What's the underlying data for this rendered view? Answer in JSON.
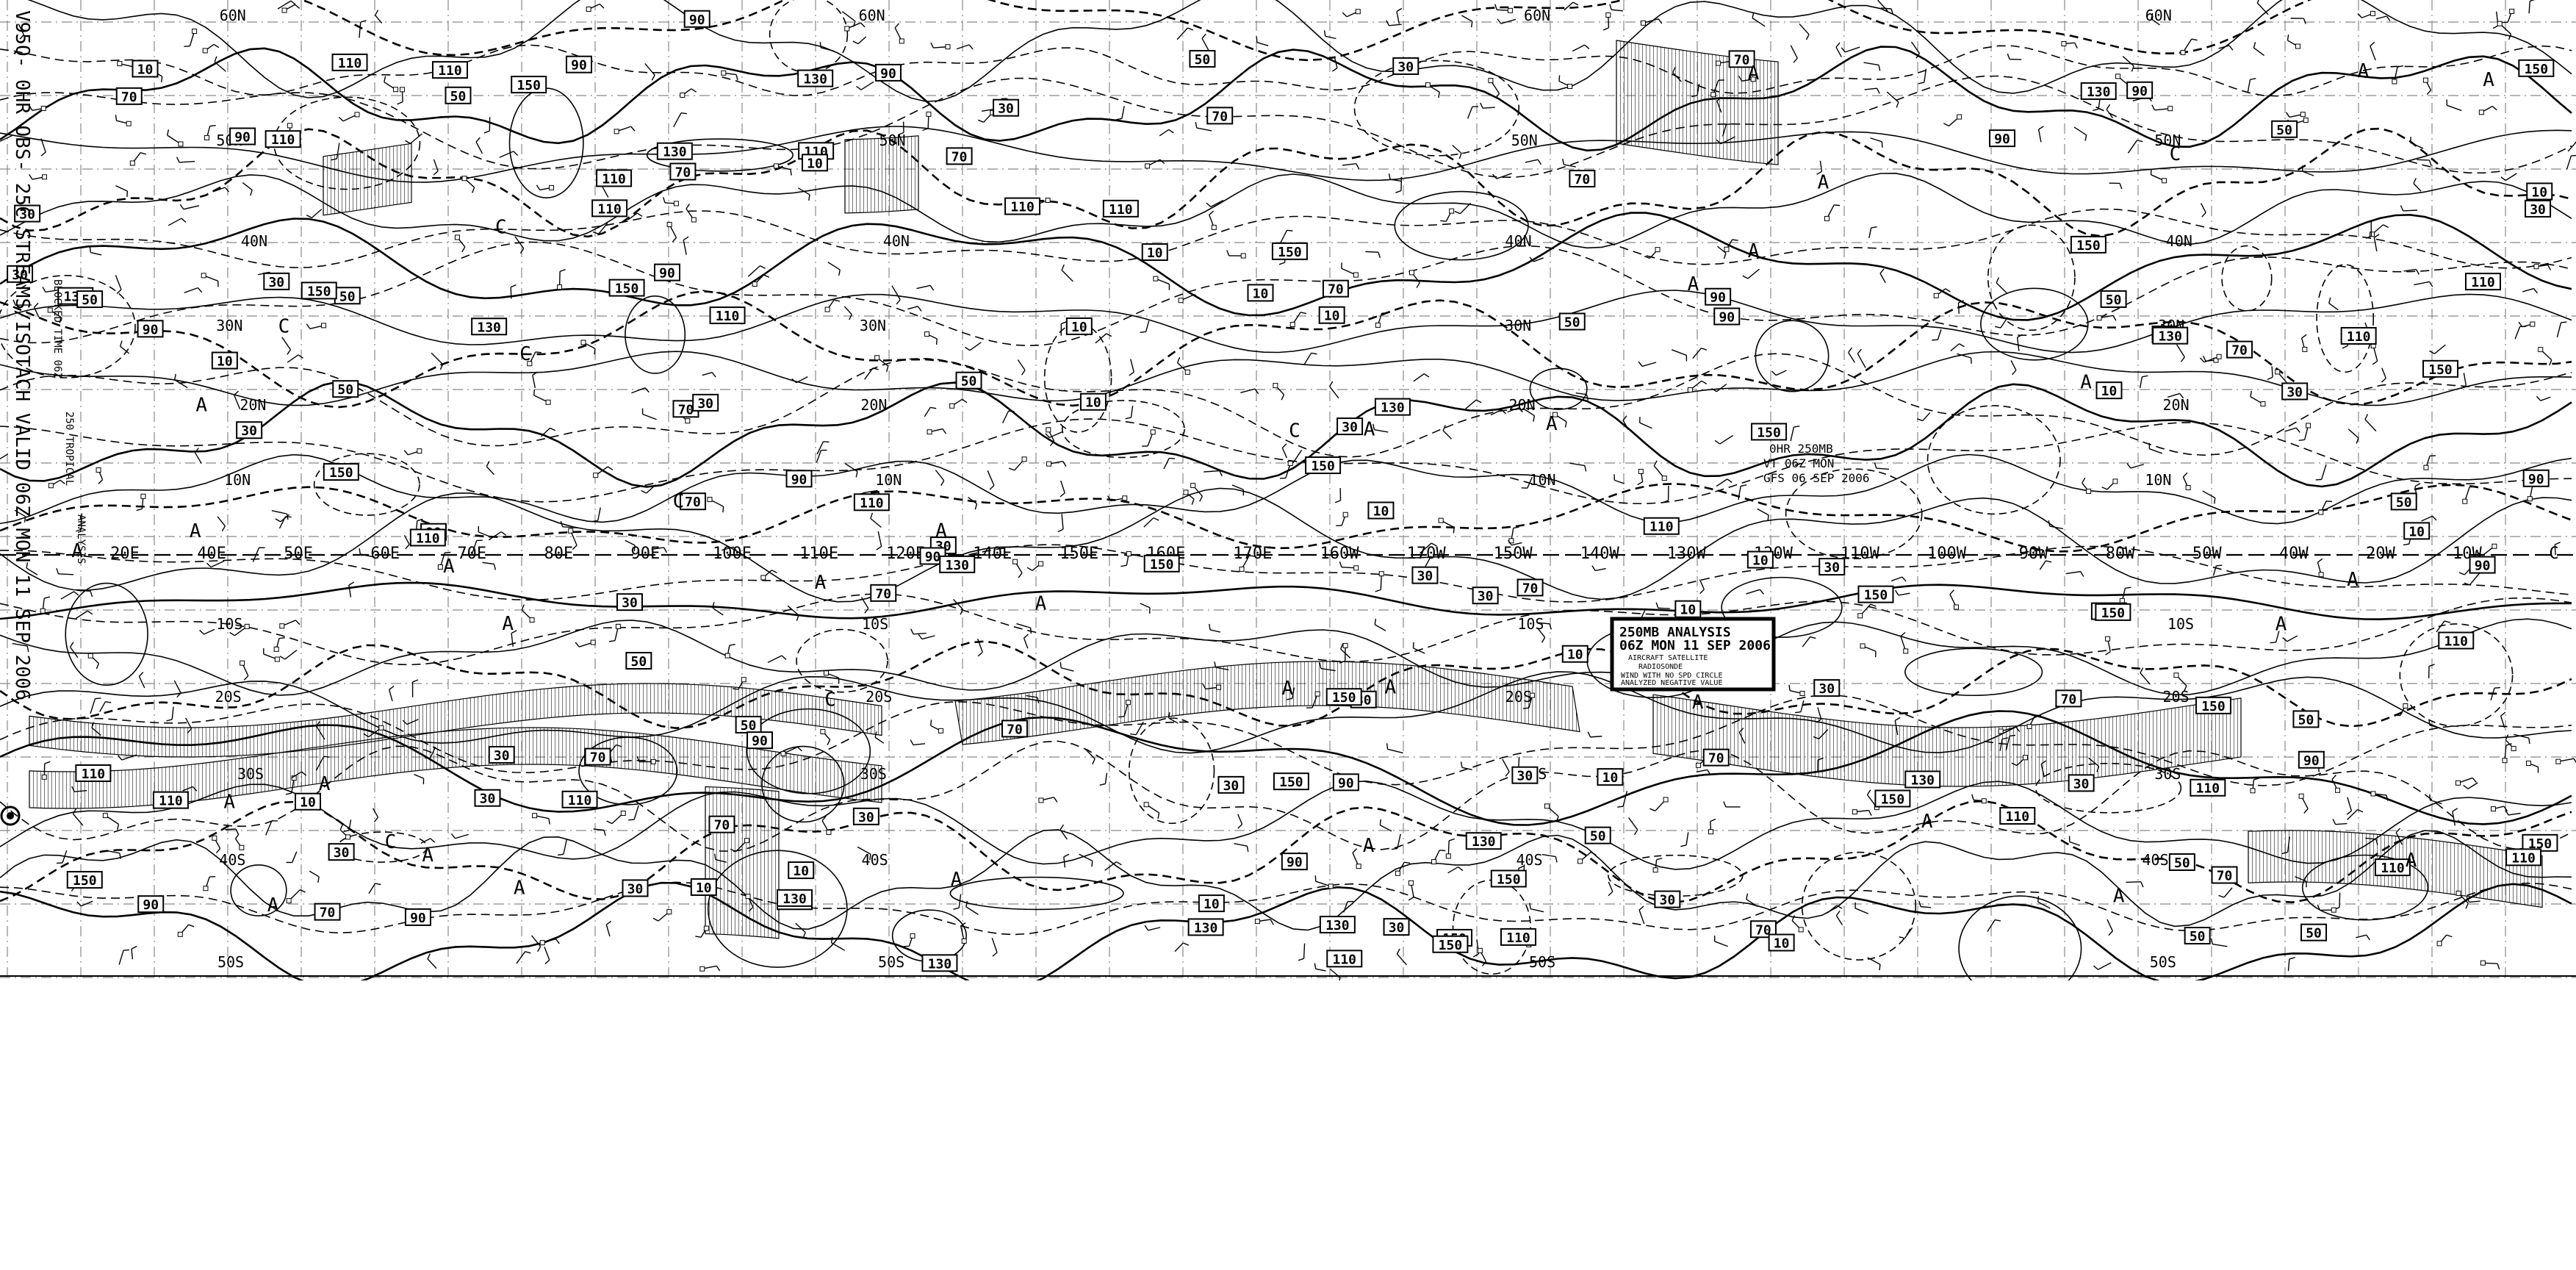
{
  "side_title": {
    "text": "V95Q- 0HR OBS- 25C STREAMS/ISOTACH VALID 06Z MON 11 SEP 2006"
  },
  "side_meta": {
    "line1": "BLOCKED TIME 06Z",
    "line2": "250 TROPICAL",
    "line3": "ANALYSIS"
  },
  "analysis_box": {
    "title": "250MB ANALYSIS",
    "valid": "06Z MON 11 SEP 2006",
    "legend1": "AIRCRAFT  SATELLITE",
    "legend2": "RADIOSONDE",
    "legend3": "WIND WITH NO SPD CIRCLE",
    "legend4": "ANALYZED NEGATIVE VALUE"
  },
  "forecast_box": {
    "line1": "0HR  250MB",
    "line2": "VT 06Z MON",
    "line3": "GFS 06 SEP 2006"
  },
  "equator_labels": [
    "20E",
    "40E",
    "50E",
    "60E",
    "70E",
    "80E",
    "90E",
    "100E",
    "110E",
    "120E",
    "140E",
    "150E",
    "160E",
    "170E",
    "160W",
    "170W",
    "150W",
    "140W",
    "130W",
    "120W",
    "110W",
    "100W",
    "90W",
    "80W",
    "50W",
    "40W",
    "20W",
    "10W",
    "C"
  ],
  "lat_labels": [
    "60N",
    "50N",
    "40N",
    "30N",
    "20N",
    "10N",
    "10S",
    "20S",
    "30S",
    "40S",
    "50S"
  ],
  "isotachs": [
    "10",
    "30",
    "50",
    "70",
    "90",
    "110",
    "130",
    "150"
  ],
  "centers": [
    "A",
    "C"
  ],
  "colors": {
    "ink": "#000000",
    "paper": "#ffffff",
    "grid": "#777777"
  }
}
